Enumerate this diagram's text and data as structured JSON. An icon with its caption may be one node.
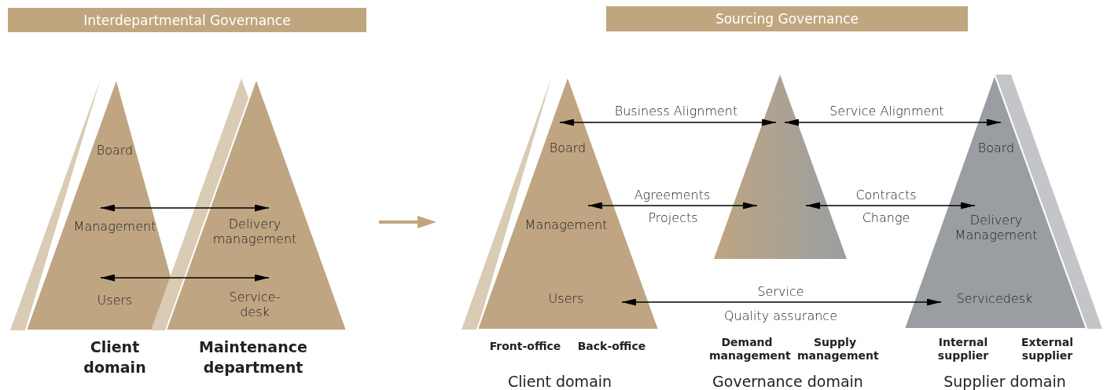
{
  "diagram": {
    "nodes": [
      {
        "text": [
          "Interdepartmental Governance"
        ]
      },
      {
        "text": [],
        "shape": "triangle",
        "beside": [
          "Client domain"
        ]
      },
      {
        "text": [
          "Board"
        ],
        "in": 1
      },
      {
        "text": [
          "Management"
        ],
        "in": 1
      },
      {
        "text": [
          "Users"
        ],
        "in": 1
      },
      {
        "text": [],
        "shape": "triangle",
        "beside": [
          "Maintenance department"
        ]
      },
      {
        "text": [
          "Delivery management"
        ],
        "in": 5
      },
      {
        "text": [
          "Service- desk"
        ],
        "in": 5
      },
      {
        "text": [
          "Sourcing Governance"
        ]
      },
      {
        "text": [],
        "shape": "triangle",
        "beside": [
          "Front-office",
          "Back-office",
          "Client domain"
        ]
      },
      {
        "text": [
          "Board"
        ],
        "in": 9
      },
      {
        "text": [
          "Management"
        ],
        "in": 9
      },
      {
        "text": [
          "Users"
        ],
        "in": 9
      },
      {
        "text": [],
        "shape": "triangle",
        "beside": [
          "Demand management",
          "Supply management",
          "Governance domain"
        ]
      },
      {
        "text": [],
        "shape": "triangle",
        "beside": [
          "Internal supplier",
          "External supplier",
          "Supplier domain"
        ]
      },
      {
        "text": [
          "Board"
        ],
        "in": 14
      },
      {
        "text": [
          "Delivery Management"
        ],
        "in": 14
      },
      {
        "text": [
          "Servicedesk"
        ],
        "in": 14
      }
    ],
    "edges": [
      {
        "from": 3,
        "to": 6,
        "arrow": "both"
      },
      {
        "from": 4,
        "to": 7,
        "arrow": "both"
      },
      {
        "from": 9,
        "to": 13,
        "arrow": "both",
        "label": "Business Alignment"
      },
      {
        "from": 13,
        "to": 14,
        "arrow": "both",
        "label": "Service Alignment"
      },
      {
        "from": 9,
        "to": 13,
        "arrow": "both",
        "label": "Agreements"
      },
      {
        "from": 13,
        "to": 14,
        "arrow": "both",
        "label": "Contracts"
      },
      {
        "from": 9,
        "to": 14,
        "arrow": "both",
        "label": "Service"
      }
    ],
    "labels": [
      "Projects",
      "Change",
      "Quality assurance"
    ]
  }
}
